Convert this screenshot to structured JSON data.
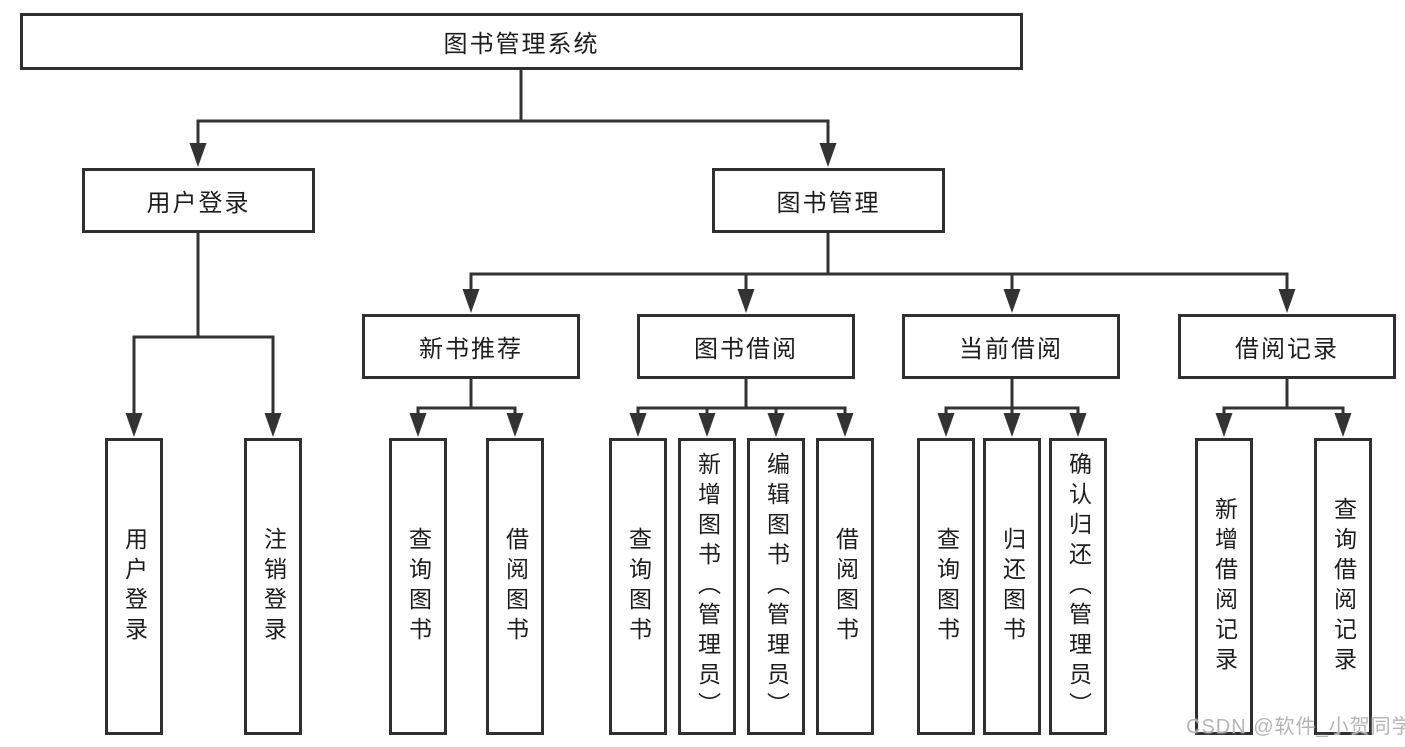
{
  "tree": {
    "label": "图书管理系统",
    "children": [
      {
        "label": "用户登录",
        "children": [
          {
            "label": "用户登录"
          },
          {
            "label": "注销登录"
          }
        ]
      },
      {
        "label": "图书管理",
        "children": [
          {
            "label": "新书推荐",
            "children": [
              {
                "label": "查询图书"
              },
              {
                "label": "借阅图书"
              }
            ]
          },
          {
            "label": "图书借阅",
            "children": [
              {
                "label": "查询图书"
              },
              {
                "label": "新增图书（管理员）"
              },
              {
                "label": "编辑图书（管理员）"
              },
              {
                "label": "借阅图书"
              }
            ]
          },
          {
            "label": "当前借阅",
            "children": [
              {
                "label": "查询图书"
              },
              {
                "label": "归还图书"
              },
              {
                "label": "确认归还（管理员）"
              }
            ]
          },
          {
            "label": "借阅记录",
            "children": [
              {
                "label": "新增借阅记录"
              },
              {
                "label": "查询借阅记录"
              }
            ]
          }
        ]
      }
    ]
  },
  "watermark": "CSDN @软件_小贺同学",
  "colors": {
    "line": "#333333",
    "box_border": "#2f2f2f",
    "box_fill": "#ffffff",
    "text": "#1d1d1d",
    "watermark": "#b5b5b5"
  }
}
